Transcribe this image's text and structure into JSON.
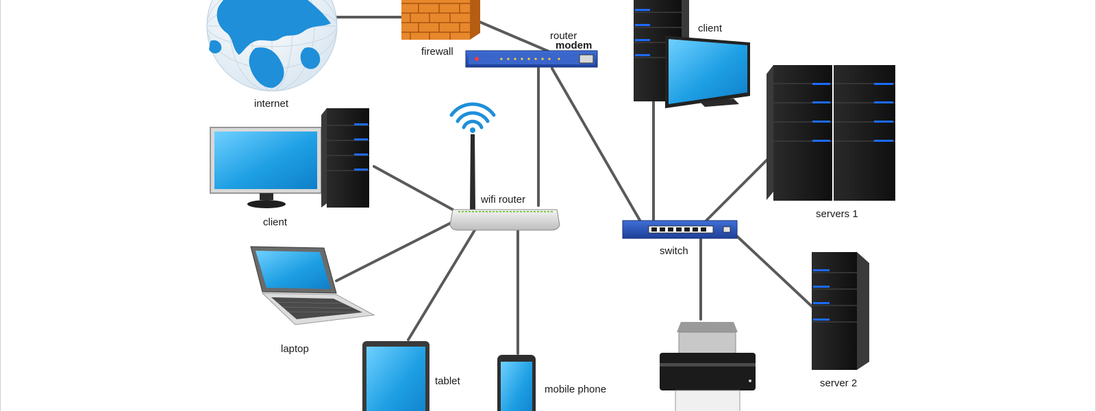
{
  "labels": {
    "internet": "internet",
    "firewall": "firewall",
    "router": "router",
    "modem": "modem",
    "client_top": "client",
    "client_left": "client",
    "servers1": "servers 1",
    "wifi_router": "wifi router",
    "switch": "switch",
    "laptop": "laptop",
    "tablet": "tablet",
    "mobile_phone": "mobile phone",
    "server2": "server 2"
  },
  "colors": {
    "accent_blue": "#1e8fd8",
    "screen_blue": "#29a7e9",
    "server_black": "#1b1b1b",
    "led_blue": "#1e6bff",
    "brick": "#e8882c",
    "cable": "#555555"
  }
}
